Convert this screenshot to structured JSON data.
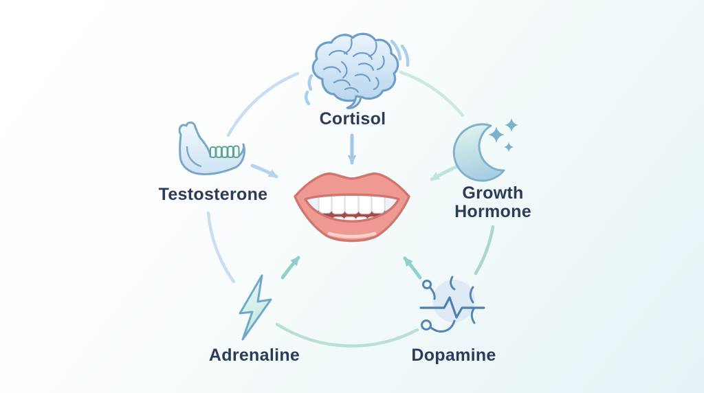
{
  "diagram": {
    "type": "hub-and-spoke",
    "center": {
      "icon": "smiling-mouth",
      "description": "smiling mouth with teeth"
    },
    "nodes": [
      {
        "id": "cortisol",
        "label": "Cortisol",
        "icon": "brain",
        "position": "top"
      },
      {
        "id": "testosterone",
        "label": "Testosterone",
        "icon": "jawbone",
        "position": "left"
      },
      {
        "id": "growth-hormone",
        "label": "Growth Hormone",
        "icon": "crescent-moon-stars",
        "position": "right"
      },
      {
        "id": "adrenaline",
        "label": "Adrenaline",
        "icon": "lightning-bolt",
        "position": "bottom-left"
      },
      {
        "id": "dopamine",
        "label": "Dopamine",
        "icon": "neuron-pulse",
        "position": "bottom-right"
      }
    ],
    "colors": {
      "background_start": "#ffffff",
      "background_end": "#e4f3f6",
      "label_text": "#2b3b58",
      "arc_blue": "#c9def2",
      "arc_pale_teal": "#cde8e0",
      "arc_teal": "#abd6cf",
      "arrow_blue": "#a6c8e8",
      "arrow_light_blue": "#b7d3ef",
      "arrow_pale_teal": "#bfe3e0",
      "arrow_teal": "#92cfc8",
      "icon_outline_blue": "#6f9dc7",
      "icon_fill_blue": "#cfe3f4",
      "jaw_teeth_outline": "#58a396",
      "moon_fill_top": "#e2f6ee",
      "moon_fill_bottom": "#a9cfe2",
      "star_fill": "#7cb1cb",
      "bolt_fill": "#cdeee6",
      "neuron_stroke": "#5585b2",
      "lips": "#ee9a93",
      "lip_outline": "#cf7670",
      "mouth_inner": "#a34b47",
      "teeth": "#ffffff"
    }
  }
}
